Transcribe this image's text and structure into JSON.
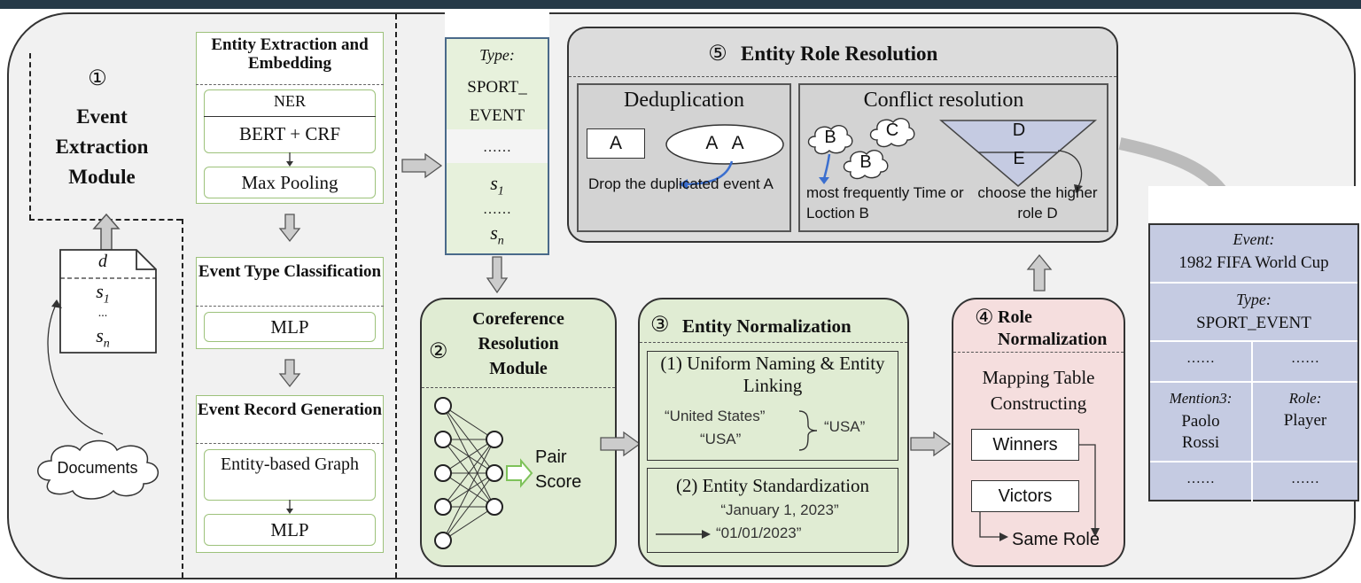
{
  "module1": {
    "number": "①",
    "title": "Event Extraction Module"
  },
  "document": {
    "d": "d",
    "s1": "s",
    "s1_sub": "1",
    "dots": "...",
    "sn": "s",
    "sn_sub": "n",
    "cloud_label": "Documents"
  },
  "entity_extraction": {
    "title": "Entity Extraction and Embedding",
    "ner": "NER",
    "bert": "BERT + CRF",
    "pooling": "Max Pooling"
  },
  "event_type": {
    "title": "Event Type Classification",
    "mlp": "MLP"
  },
  "event_record": {
    "title": "Event Record Generation",
    "graph": "Entity-based Graph",
    "mlp": "MLP"
  },
  "record_column": {
    "type_label": "Type:",
    "type_value_1": "SPORT_",
    "type_value_2": "EVENT",
    "dots1": "……",
    "s1": "s",
    "s1_sub": "1",
    "dots2": "……",
    "sn": "s",
    "sn_sub": "n"
  },
  "module5": {
    "number": "⑤",
    "title": "Entity Role Resolution",
    "dedup_title": "Deduplication",
    "box_a": "A",
    "ellipse_a": "A   A",
    "dedup_caption": "Drop the duplicated event A",
    "conflict_title": "Conflict resolution",
    "cloud_b1": "B",
    "cloud_c": "C",
    "cloud_b2": "B",
    "freq_caption": "most frequently Time or Loction B",
    "tri_d": "D",
    "tri_e": "E",
    "role_caption": "choose the higher role D"
  },
  "module2": {
    "number": "②",
    "title": "Coreference Resolution Module",
    "pair_score": "Pair Score"
  },
  "module3": {
    "number": "③",
    "title": "Entity Normalization",
    "step1_title": "(1)  Uniform Naming & Entity Linking",
    "step1_a": "“United States”",
    "step1_b": "“USA”",
    "step1_c": "“USA”",
    "step2_title": "(2) Entity Standardization",
    "step2_a": "“January 1, 2023”",
    "step2_b": "“01/01/2023”"
  },
  "module4": {
    "number": "④",
    "title": "Role Normalization",
    "mapping": "Mapping Table Constructing",
    "winners": "Winners",
    "victors": "Victors",
    "same_role": "Same Role"
  },
  "result": {
    "event_label": "Event:",
    "event_value": "1982 FIFA World Cup",
    "type_label": "Type:",
    "type_value": "SPORT_EVENT",
    "dots": "……",
    "mention_label": "Mention3:",
    "mention_value": "Paolo Rossi",
    "role_label": "Role:",
    "role_value": "Player"
  },
  "colors": {
    "green_border": "#9dc27b",
    "green_fill": "#e0ecd3",
    "pink_fill": "#f5dede",
    "grey_fill": "#dcdcdc",
    "result_fill": "#c5cbe2",
    "triangle_fill": "#c5cbe2",
    "arrow_blue": "#3b6fcf"
  }
}
